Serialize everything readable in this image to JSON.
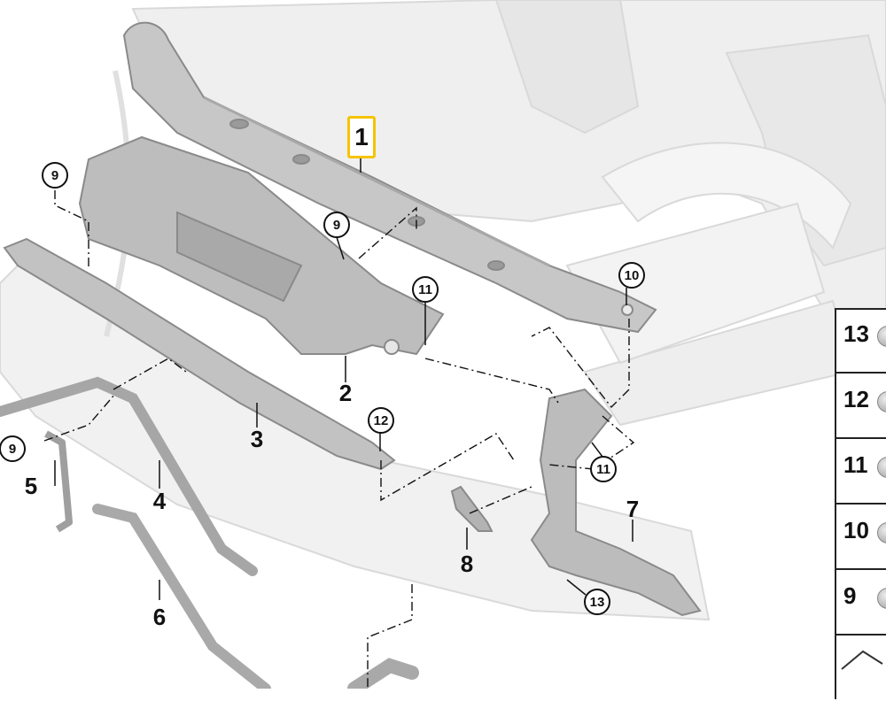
{
  "highlighted_part": "1",
  "callouts": {
    "p1": "1",
    "p2": "2",
    "p3": "3",
    "p4": "4",
    "p5": "5",
    "p6": "6",
    "p7": "7",
    "p8": "8",
    "c9a": "9",
    "c9b": "9",
    "c9c": "9",
    "c10": "10",
    "c11a": "11",
    "c11b": "11",
    "c12": "12",
    "c13": "13"
  },
  "parts_table": [
    "13",
    "12",
    "11",
    "10",
    "9"
  ],
  "colors": {
    "highlight": "#f5c400",
    "part_fill": "#c9c9c9",
    "part_stroke": "#8e8e8e",
    "body_ghost": "#ededed",
    "leader": "#111111"
  }
}
